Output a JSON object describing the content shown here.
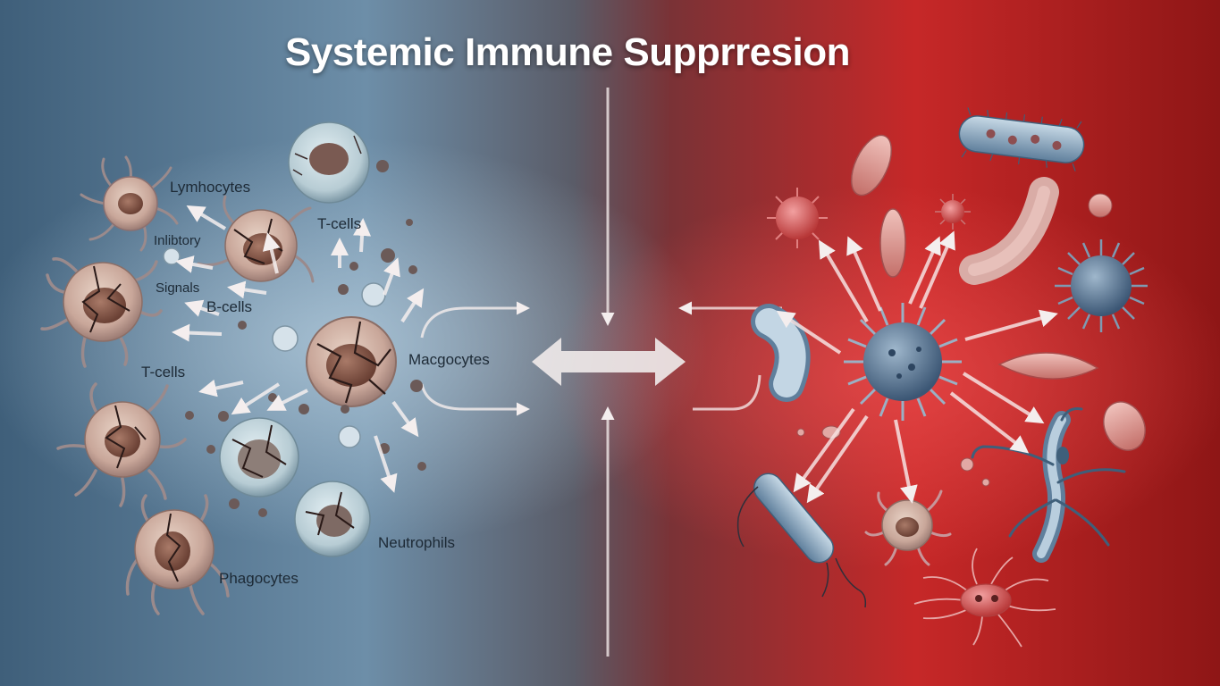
{
  "title": "Systemic Immune  Supprresion",
  "labels": {
    "lymphocytes": "Lymhocytes",
    "inhibitory": "Inlibtory",
    "signals": "Signals",
    "t_cells_top": "T-cells",
    "b_cells": "B-cells",
    "t_cells_left": "T-cells",
    "macrocytes": "Macgocytes",
    "neutrophils": "Neutrophils",
    "phagocytes": "Phagocytes"
  },
  "colors": {
    "left_background": "#5a7f9c",
    "right_background": "#c42828",
    "cell_body": "#c9a79a",
    "cell_nucleus": "#8b5a4a",
    "pathogen_blue": "#4f6f8f",
    "pathogen_red": "#d95a5a",
    "arrow": "#f2eeee"
  }
}
